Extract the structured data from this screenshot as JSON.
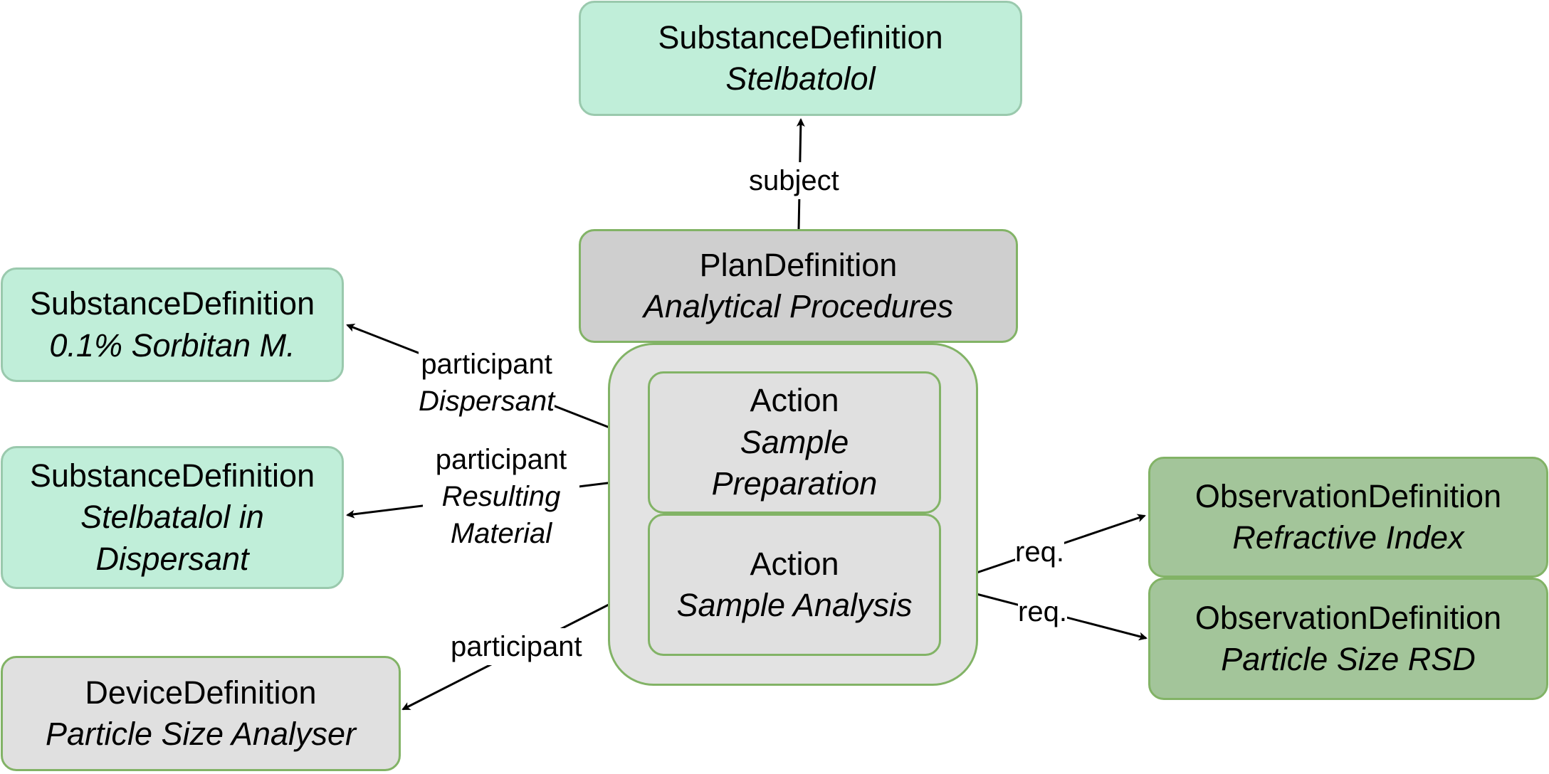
{
  "nodes": {
    "substance_top": {
      "type": "SubstanceDefinition",
      "name": "Stelbatolol"
    },
    "plan": {
      "type": "PlanDefinition",
      "name": "Analytical Procedures"
    },
    "substance_sorbitan": {
      "type": "SubstanceDefinition",
      "name": "0.1% Sorbitan M."
    },
    "substance_dispersant": {
      "type": "SubstanceDefinition",
      "name": "Stelbatalol in Dispersant"
    },
    "device": {
      "type": "DeviceDefinition",
      "name": "Particle Size Analyser"
    },
    "action_prep": {
      "type": "Action",
      "name": "Sample Preparation"
    },
    "action_analysis": {
      "type": "Action",
      "name": "Sample Analysis"
    },
    "obs_refractive": {
      "type": "ObservationDefinition",
      "name": "Refractive Index"
    },
    "obs_particle": {
      "type": "ObservationDefinition",
      "name": "Particle Size RSD"
    }
  },
  "edges": {
    "subject": {
      "label": "subject"
    },
    "participant_dispersant": {
      "label": "participant",
      "role": "Dispersant"
    },
    "participant_resulting": {
      "label": "participant",
      "role": "Resulting Material"
    },
    "participant_device": {
      "label": "participant"
    },
    "req_refractive": {
      "label": "req."
    },
    "req_particle": {
      "label": "req."
    }
  },
  "colors": {
    "mint_fill": "#c0eed9",
    "grey_fill": "#cfcfcf",
    "light_fill": "#e0e0e0",
    "green_fill": "#a3c59a",
    "border_green": "#82b366"
  }
}
